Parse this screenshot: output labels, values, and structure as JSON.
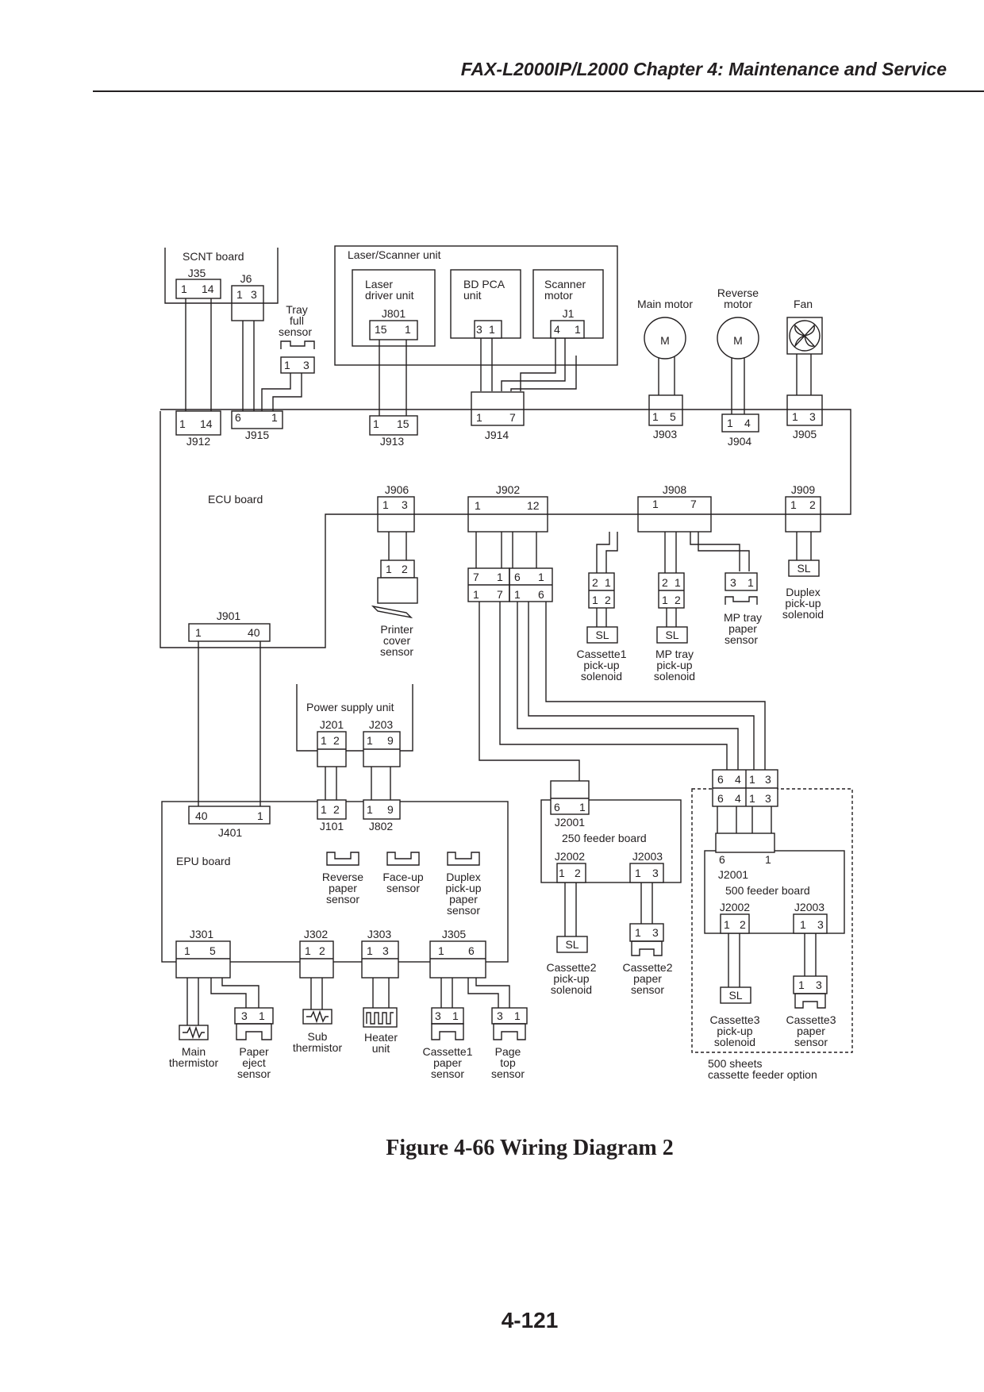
{
  "header": {
    "title": "FAX-L2000IP/L2000 Chapter 4: Maintenance and Service"
  },
  "caption": "Figure 4-66 Wiring Diagram 2",
  "page_number": "4-121",
  "diagram": {
    "boards": {
      "scnt": "SCNT board",
      "laser_scanner": "Laser/Scanner unit",
      "laser_driver": [
        "Laser",
        "driver unit"
      ],
      "bd_pca": [
        "BD PCA",
        "unit"
      ],
      "scanner_motor": [
        "Scanner",
        "motor"
      ],
      "ecu": "ECU board",
      "power_supply": "Power supply unit",
      "epu": "EPU board",
      "feeder250": "250 feeder board",
      "feeder500": "500 feeder board",
      "cassette_option": [
        "500 sheets",
        "cassette feeder option"
      ]
    },
    "components": {
      "main_motor": "Main motor",
      "reverse_motor": [
        "Reverse",
        "motor"
      ],
      "fan": "Fan",
      "tray_full_sensor": [
        "Tray",
        "full",
        "sensor"
      ],
      "printer_cover_sensor": [
        "Printer",
        "cover",
        "sensor"
      ],
      "cassette1_pickup_solenoid": [
        "Cassette1",
        "pick-up",
        "solenoid"
      ],
      "mp_tray_pickup_solenoid": [
        "MP tray",
        "pick-up",
        "solenoid"
      ],
      "mp_tray_paper_sensor": [
        "MP tray",
        "paper",
        "sensor"
      ],
      "duplex_pickup_solenoid": [
        "Duplex",
        "pick-up",
        "solenoid"
      ],
      "reverse_paper_sensor": [
        "Reverse",
        "paper",
        "sensor"
      ],
      "faceup_sensor": [
        "Face-up",
        "sensor"
      ],
      "duplex_pickup_paper_sensor": [
        "Duplex",
        "pick-up",
        "paper",
        "sensor"
      ],
      "main_thermistor": [
        "Main",
        "thermistor"
      ],
      "paper_eject_sensor": [
        "Paper",
        "eject",
        "sensor"
      ],
      "sub_thermistor": [
        "Sub",
        "thermistor"
      ],
      "heater_unit": [
        "Heater",
        "unit"
      ],
      "cassette1_paper_sensor": [
        "Cassette1",
        "paper",
        "sensor"
      ],
      "page_top_sensor": [
        "Page",
        "top",
        "sensor"
      ],
      "cassette2_pickup_solenoid": [
        "Cassette2",
        "pick-up",
        "solenoid"
      ],
      "cassette2_paper_sensor": [
        "Cassette2",
        "paper",
        "sensor"
      ],
      "cassette3_pickup_solenoid": [
        "Cassette3",
        "pick-up",
        "solenoid"
      ],
      "cassette3_paper_sensor": [
        "Cassette3",
        "paper",
        "sensor"
      ],
      "motor_symbol": "M",
      "solenoid_symbol": "SL"
    },
    "connectors": {
      "J35": {
        "name": "J35",
        "pins": [
          "1",
          "14"
        ]
      },
      "J6": {
        "name": "J6",
        "pins": [
          "1",
          "3"
        ]
      },
      "tray_full_conn": {
        "pins": [
          "1",
          "3"
        ]
      },
      "J801": {
        "name": "J801",
        "pins": [
          "15",
          "1"
        ]
      },
      "bd_conn": {
        "pins": [
          "3",
          "1"
        ]
      },
      "J1": {
        "name": "J1",
        "pins": [
          "4",
          "1"
        ]
      },
      "J912": {
        "name": "J912",
        "pins": [
          "1",
          "14"
        ]
      },
      "J915": {
        "name": "J915",
        "pins": [
          "6",
          "1"
        ]
      },
      "J913": {
        "name": "J913",
        "pins": [
          "1",
          "15"
        ]
      },
      "J914": {
        "name": "J914",
        "pins": [
          "1",
          "7"
        ]
      },
      "J903": {
        "name": "J903",
        "pins": [
          "1",
          "5"
        ]
      },
      "J904": {
        "name": "J904",
        "pins": [
          "1",
          "4"
        ]
      },
      "J905": {
        "name": "J905",
        "pins": [
          "1",
          "3"
        ]
      },
      "J906": {
        "name": "J906",
        "pins": [
          "1",
          "3"
        ]
      },
      "J902": {
        "name": "J902",
        "pins": [
          "1",
          "12"
        ]
      },
      "J908": {
        "name": "J908",
        "pins": [
          "1",
          "7"
        ]
      },
      "J909": {
        "name": "J909",
        "pins": [
          "1",
          "2"
        ]
      },
      "printer_cover_conn": {
        "pins": [
          "1",
          "2"
        ]
      },
      "relay_a_top": {
        "pins": [
          "7",
          "1"
        ]
      },
      "relay_a_bottom": {
        "pins": [
          "1",
          "7"
        ]
      },
      "relay_b_top": {
        "pins": [
          "6",
          "1"
        ]
      },
      "relay_b_bottom": {
        "pins": [
          "1",
          "6"
        ]
      },
      "cassette1_sol_top": {
        "pins": [
          "2",
          "1"
        ]
      },
      "cassette1_sol_bottom": {
        "pins": [
          "1",
          "2"
        ]
      },
      "mp_sol_top": {
        "pins": [
          "2",
          "1"
        ]
      },
      "mp_sol_bottom": {
        "pins": [
          "1",
          "2"
        ]
      },
      "mp_sensor_conn": {
        "pins": [
          "3",
          "1"
        ]
      },
      "J901": {
        "name": "J901",
        "pins": [
          "1",
          "40"
        ]
      },
      "J201": {
        "name": "J201",
        "pins": [
          "1",
          "2"
        ]
      },
      "J203": {
        "name": "J203",
        "pins": [
          "1",
          "9"
        ]
      },
      "J401": {
        "name": "J401",
        "pins": [
          "40",
          "1"
        ]
      },
      "J101": {
        "name": "J101",
        "pins": [
          "1",
          "2"
        ]
      },
      "J802": {
        "name": "J802",
        "pins": [
          "1",
          "9"
        ]
      },
      "J301": {
        "name": "J301",
        "pins": [
          "1",
          "5"
        ]
      },
      "J302": {
        "name": "J302",
        "pins": [
          "1",
          "2"
        ]
      },
      "J303": {
        "name": "J303",
        "pins": [
          "1",
          "3"
        ]
      },
      "J305": {
        "name": "J305",
        "pins": [
          "1",
          "6"
        ]
      },
      "eject_conn": {
        "pins": [
          "3",
          "1"
        ]
      },
      "cas1_paper_conn": {
        "pins": [
          "3",
          "1"
        ]
      },
      "pagetop_conn": {
        "pins": [
          "3",
          "1"
        ]
      },
      "J2001_250": {
        "name": "J2001",
        "pins": [
          "6",
          "1"
        ]
      },
      "J2002_250": {
        "name": "J2002",
        "pins": [
          "1",
          "2"
        ]
      },
      "J2003_250": {
        "name": "J2003",
        "pins": [
          "1",
          "3"
        ]
      },
      "cas2_paper_conn": {
        "pins": [
          "1",
          "3"
        ]
      },
      "opt_relay_top": {
        "pins": [
          "6",
          "4",
          "1",
          "3"
        ]
      },
      "opt_relay_bottom": {
        "pins": [
          "6",
          "4",
          "1",
          "3"
        ]
      },
      "J2001_500": {
        "name": "J2001",
        "pins": [
          "6",
          "1"
        ]
      },
      "J2002_500": {
        "name": "J2002",
        "pins": [
          "1",
          "2"
        ]
      },
      "J2003_500": {
        "name": "J2003",
        "pins": [
          "1",
          "3"
        ]
      },
      "cas3_paper_conn": {
        "pins": [
          "1",
          "3"
        ]
      }
    }
  }
}
